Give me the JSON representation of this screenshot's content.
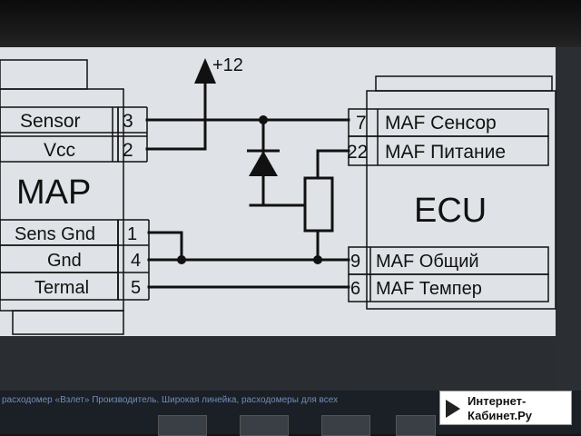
{
  "diagram": {
    "supply_label": "+12",
    "map": {
      "title": "MAP",
      "pins": [
        {
          "name": "Sensor",
          "number": "3"
        },
        {
          "name": "Vcc",
          "number": "2"
        },
        {
          "name": "Sens Gnd",
          "number": "1"
        },
        {
          "name": "Gnd",
          "number": "4"
        },
        {
          "name": "Termal",
          "number": "5"
        }
      ]
    },
    "ecu": {
      "title": "ECU",
      "pins": [
        {
          "number": "7",
          "name": "MAF Сенсор"
        },
        {
          "number": "22",
          "name": "MAF Питание"
        },
        {
          "number": "9",
          "name": "MAF Общий"
        },
        {
          "number": "6",
          "name": "MAF Темпер"
        }
      ]
    }
  },
  "footer": {
    "text": "расходомер «Взлет» Производитель. Широкая линейка, расходомеры для всех"
  },
  "watermark": {
    "line1": "Интернет-",
    "line2": "Кабинет.Ру"
  },
  "colors": {
    "screen_bg": "#dfe3e7",
    "line": "#111111",
    "footer_bg": "#1b1f26",
    "footer_text": "#6f8fb8"
  }
}
